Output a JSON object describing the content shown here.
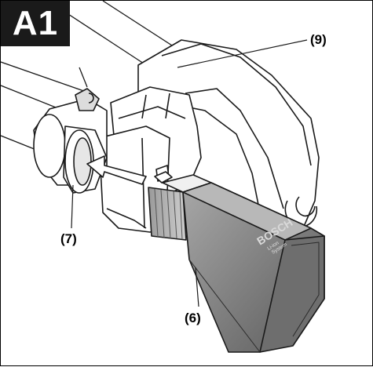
{
  "figure": {
    "tag": "A1",
    "brand_text": "BOSCH",
    "battery_text_1": "Li-ion",
    "battery_text_2": "System",
    "callouts": [
      {
        "id": "9",
        "label": "(9)"
      },
      {
        "id": "7",
        "label": "(7)"
      },
      {
        "id": "6",
        "label": "(6)"
      }
    ]
  },
  "colors": {
    "line": "#1a1a1a",
    "battery_body": "#8c8c8c",
    "battery_dark": "#3a3a3a",
    "arrow_fill": "#ffffff"
  }
}
